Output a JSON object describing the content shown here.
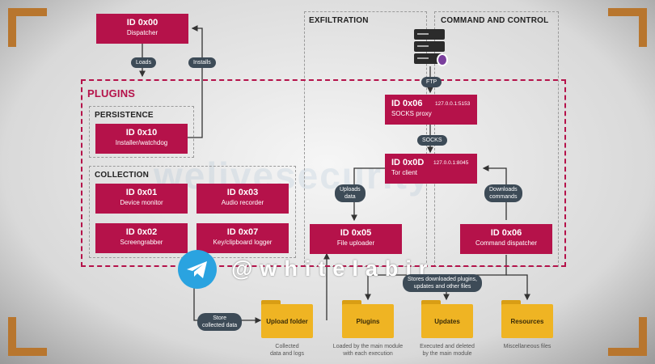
{
  "dispatcher": {
    "id": "ID 0x00",
    "desc": "Dispatcher"
  },
  "edges": {
    "loads": "Loads",
    "installs": "Installs",
    "ftp": "FTP",
    "socks": "SOCKS",
    "uploads": "Uploads\ndata",
    "downloads": "Downloads\ncommands",
    "store": "Store\ncollected data",
    "stores_downloaded": "Stores downloaded plugins,\nupdates and other files"
  },
  "sections": {
    "plugins": "PLUGINS",
    "persistence": "PERSISTENCE",
    "collection": "COLLECTION",
    "exfiltration": "EXFILTRATION",
    "cnc": "COMMAND AND CONTROL"
  },
  "nodes": {
    "installer": {
      "id": "ID 0x10",
      "desc": "Installer/watchdog"
    },
    "device": {
      "id": "ID 0x01",
      "desc": "Device monitor"
    },
    "audio": {
      "id": "ID 0x03",
      "desc": "Audio recorder"
    },
    "screen": {
      "id": "ID 0x02",
      "desc": "Screengrabber"
    },
    "keylog": {
      "id": "ID 0x07",
      "desc": "Key/clipboard logger"
    },
    "socks": {
      "id": "ID 0x06",
      "desc": "SOCKS proxy",
      "ip": "127.0.0.1:5153"
    },
    "tor": {
      "id": "ID 0x0D",
      "desc": "Tor client",
      "ip": "127.0.0.1:8045"
    },
    "uploader": {
      "id": "ID 0x05",
      "desc": "File uploader"
    },
    "cmd": {
      "id": "ID 0x06",
      "desc": "Command dispatcher"
    }
  },
  "folders": [
    {
      "label": "Upload folder",
      "caption": "Collected\ndata and logs"
    },
    {
      "label": "Plugins",
      "caption": "Loaded by the main module\nwith each execution"
    },
    {
      "label": "Updates",
      "caption": "Executed and deleted\nby the main module"
    },
    {
      "label": "Resources",
      "caption": "Miscellaneous files"
    }
  ],
  "watermark": {
    "handle": "@whitelabir",
    "bg_text": "welivesecurity"
  },
  "colors": {
    "node": "#b5124a",
    "pill": "#3d4b57",
    "folder": "#efb423",
    "corner": "#b8762e",
    "telegram": "#2aa3e0"
  }
}
